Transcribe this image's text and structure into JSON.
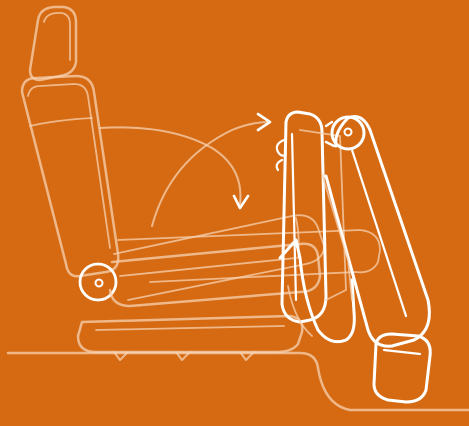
{
  "illustration": {
    "subject": "folding-car-seat",
    "colors": {
      "background": "#D56A12",
      "line": "#FFFFFF",
      "faint_line": "#F7D3B3"
    },
    "states": [
      "upright-seat",
      "folded-seat"
    ],
    "motion": "backrest-folds-forward"
  }
}
